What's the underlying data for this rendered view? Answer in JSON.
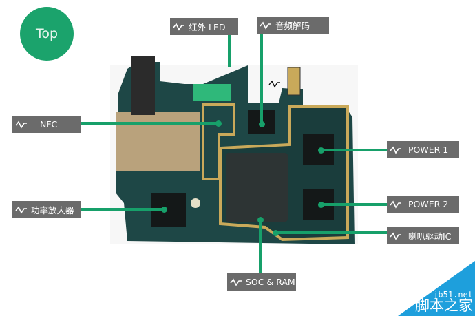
{
  "badge": "Top",
  "labels": {
    "ir_led": "红外 LED",
    "audio_codec": "音频解码",
    "nfc": "NFC",
    "power1": "POWER 1",
    "power_amp": "功率放大器",
    "power2": "POWER 2",
    "speaker_ic": "喇叭驱动IC",
    "soc_ram": "SOC & RAM"
  },
  "watermark": {
    "url": "jb51.net",
    "name": "脚本之家"
  },
  "colors": {
    "accent": "#17a06a",
    "label_bg": "#6b6b6b",
    "board": "#1e4746",
    "shield": "#c9a95a"
  }
}
